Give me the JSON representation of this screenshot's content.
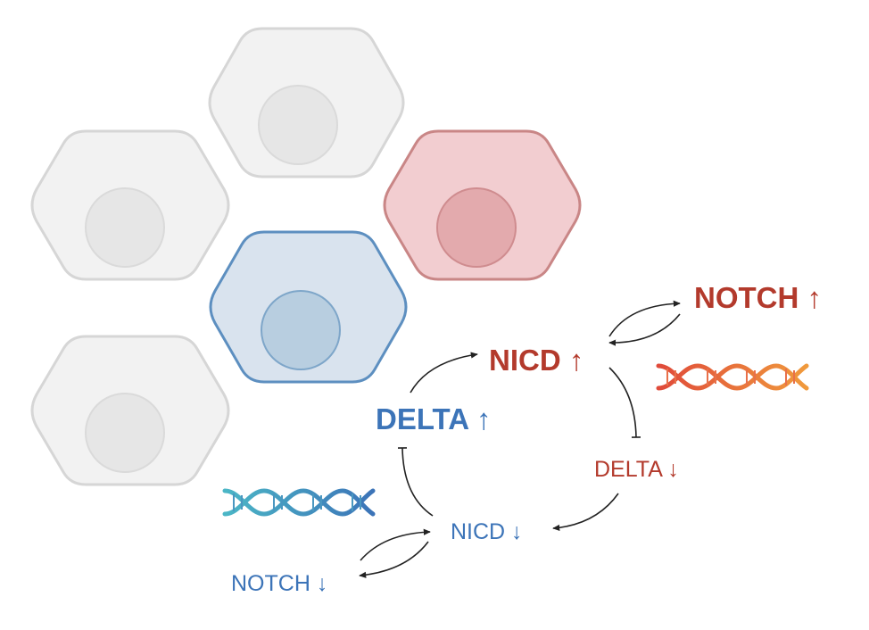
{
  "labels": {
    "notch_up": "NOTCH ↑",
    "nicd_up": "NICD ↑",
    "delta_up": "DELTA ↑",
    "delta_down": "DELTA ↓",
    "nicd_down": "NICD ↓",
    "notch_down": "NOTCH ↓"
  },
  "colors": {
    "signal_red": "#b33a2c",
    "signal_blue": "#3c74b8",
    "cell_grey_fill": "#f2f2f2",
    "cell_grey_stroke": "#d6d6d6",
    "cell_red_fill": "#f2cdd0",
    "cell_red_stroke": "#c98686",
    "cell_blue_fill": "#d9e3ee",
    "cell_blue_stroke": "#5d8fc0",
    "arrow": "#222222"
  },
  "icons": [
    "dna-helix-red-icon",
    "dna-helix-blue-icon"
  ]
}
